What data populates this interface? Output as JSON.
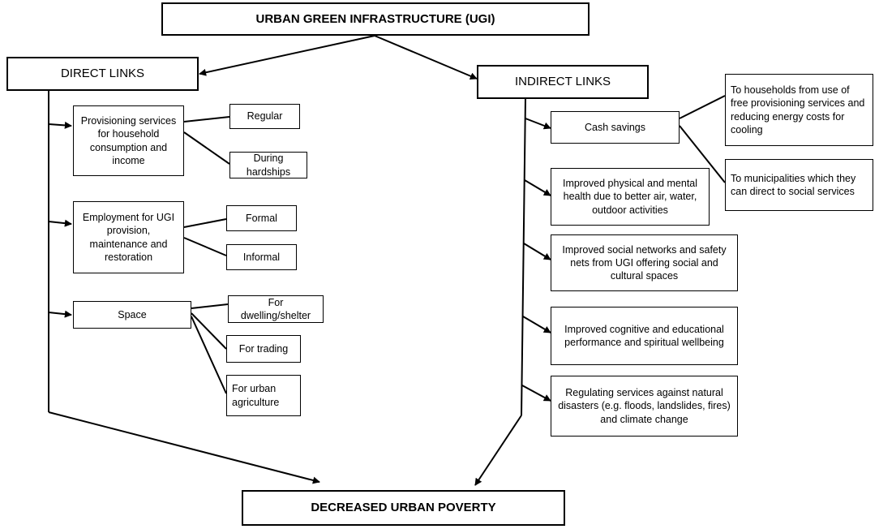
{
  "title": "URBAN GREEN INFRASTRUCTURE (UGI)",
  "direct": {
    "label": "DIRECT LINKS",
    "items": [
      {
        "label": "Provisioning services for household consumption and income",
        "subs": [
          "Regular",
          "During hardships"
        ]
      },
      {
        "label": "Employment for UGI provision, maintenance and restoration",
        "subs": [
          "Formal",
          "Informal"
        ]
      },
      {
        "label": "Space",
        "subs": [
          "For dwelling/shelter",
          "For trading",
          "For urban agriculture"
        ]
      }
    ]
  },
  "indirect": {
    "label": "INDIRECT LINKS",
    "items": [
      {
        "label": "Cash savings",
        "subs": [
          "To households from use of free provisioning services and reducing energy costs for cooling",
          "To municipalities which they can direct to social services"
        ]
      },
      {
        "label": "Improved physical and mental health due to better air, water, outdoor activities"
      },
      {
        "label": "Improved social networks and safety nets from UGI offering social and cultural spaces"
      },
      {
        "label": "Improved cognitive and educational performance and spiritual wellbeing"
      },
      {
        "label": "Regulating services against natural disasters (e.g. floods, landslides, fires) and climate change"
      }
    ]
  },
  "outcome": "DECREASED URBAN POVERTY"
}
